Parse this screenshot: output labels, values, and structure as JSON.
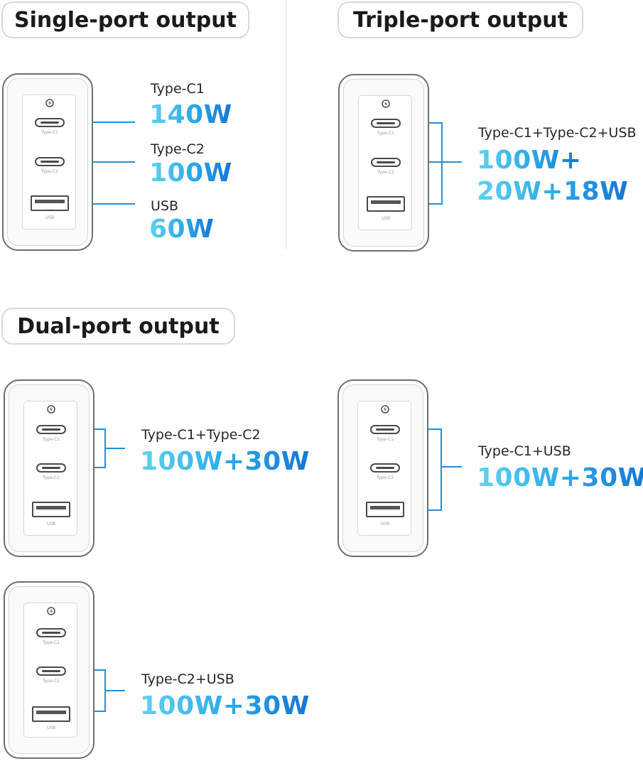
{
  "sections": {
    "single_title": "Single-port output",
    "triple_title": "Triple-port output",
    "dual_title": "Dual-port output"
  },
  "port_labels": {
    "c1": "Type-C1",
    "c2": "Type-C2",
    "usb": "USB"
  },
  "single": {
    "c1": {
      "label": "Type-C1",
      "power": "140W"
    },
    "c2": {
      "label": "Type-C2",
      "power": "100W"
    },
    "usb": {
      "label": "USB",
      "power": "60W"
    }
  },
  "triple": {
    "label": "Type-C1+Type-C2+USB",
    "power_line1": "100W+",
    "power_line2": "20W+18W"
  },
  "dual": [
    {
      "label": "Type-C1+Type-C2",
      "power": "100W+30W"
    },
    {
      "label": "Type-C1+USB",
      "power": "100W+30W"
    },
    {
      "label": "Type-C2+USB",
      "power": "100W+30W"
    }
  ],
  "colors": {
    "accent_start": "#5fd3f0",
    "accent_end": "#1576d6",
    "connector": "#1e8fe0"
  },
  "icons": [
    "charger-logo-icon",
    "type-c-port-icon",
    "usb-a-port-icon"
  ]
}
